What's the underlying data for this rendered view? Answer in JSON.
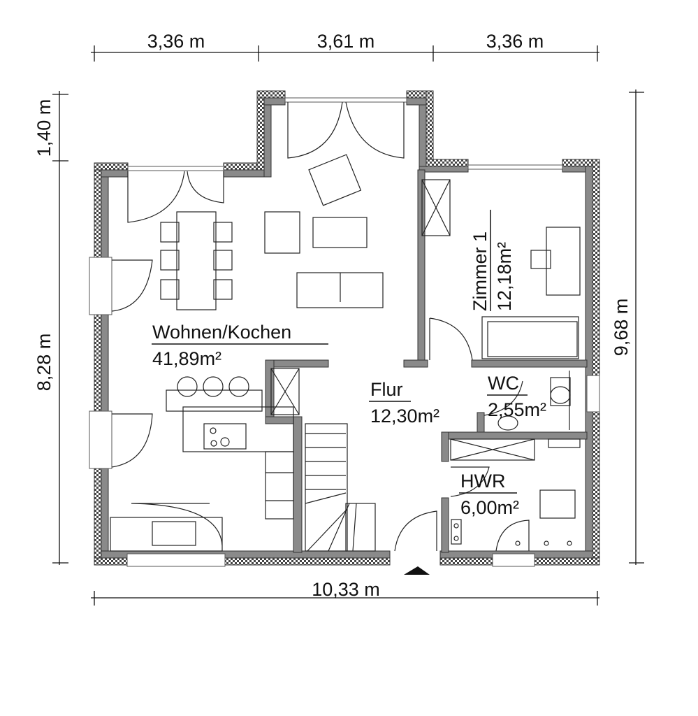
{
  "dimensions": {
    "top": [
      "3,36 m",
      "3,61 m",
      "3,36 m"
    ],
    "left": [
      "1,40 m",
      "8,28 m"
    ],
    "right": "9,68 m",
    "bottom": "10,33 m"
  },
  "rooms": [
    {
      "name": "Wohnen/Kochen",
      "area": "41,89m²"
    },
    {
      "name": "Flur",
      "area": "12,30m²"
    },
    {
      "name": "Zimmer 1",
      "area": "12,18m²"
    },
    {
      "name": "WC",
      "area": "2,55m²"
    },
    {
      "name": "HWR",
      "area": "6,00m²"
    }
  ],
  "colors": {
    "wall": "#8a8a8a",
    "line": "#222222"
  }
}
